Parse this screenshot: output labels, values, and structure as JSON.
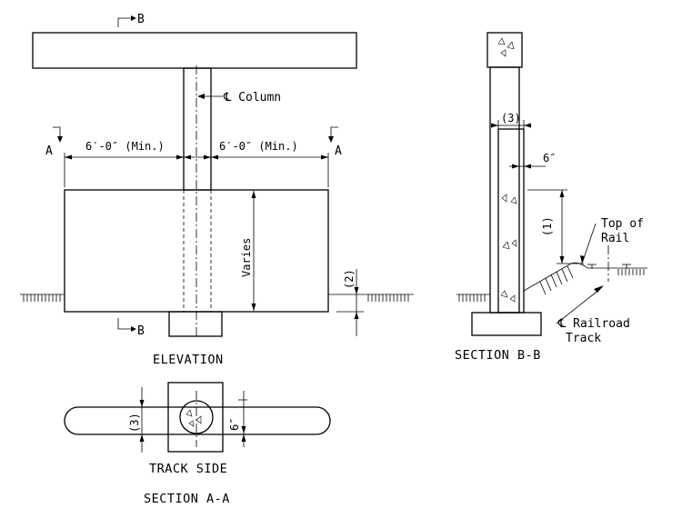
{
  "labels": {
    "col_centerline": "℄ Column",
    "section_marker_b": "B",
    "section_marker_a": "A",
    "dim_min_left": "6′-0″ (Min.)",
    "dim_min_right": "6′-0″ (Min.)",
    "dim_varies": "Varies",
    "note_2": "(2)",
    "note_3_section": "(3)",
    "note_1": "(1)",
    "dim_6in_section": "6″",
    "top_of_rail_1": "Top of",
    "top_of_rail_2": "Rail",
    "rr_track_1": "℄ Railroad",
    "rr_track_2": "Track",
    "note_3_plan": "(3)",
    "dim_6in_plan": "6″",
    "track_side": "TRACK SIDE"
  },
  "titles": {
    "elevation": "ELEVATION",
    "section_bb": "SECTION B-B",
    "section_aa": "SECTION A-A"
  }
}
